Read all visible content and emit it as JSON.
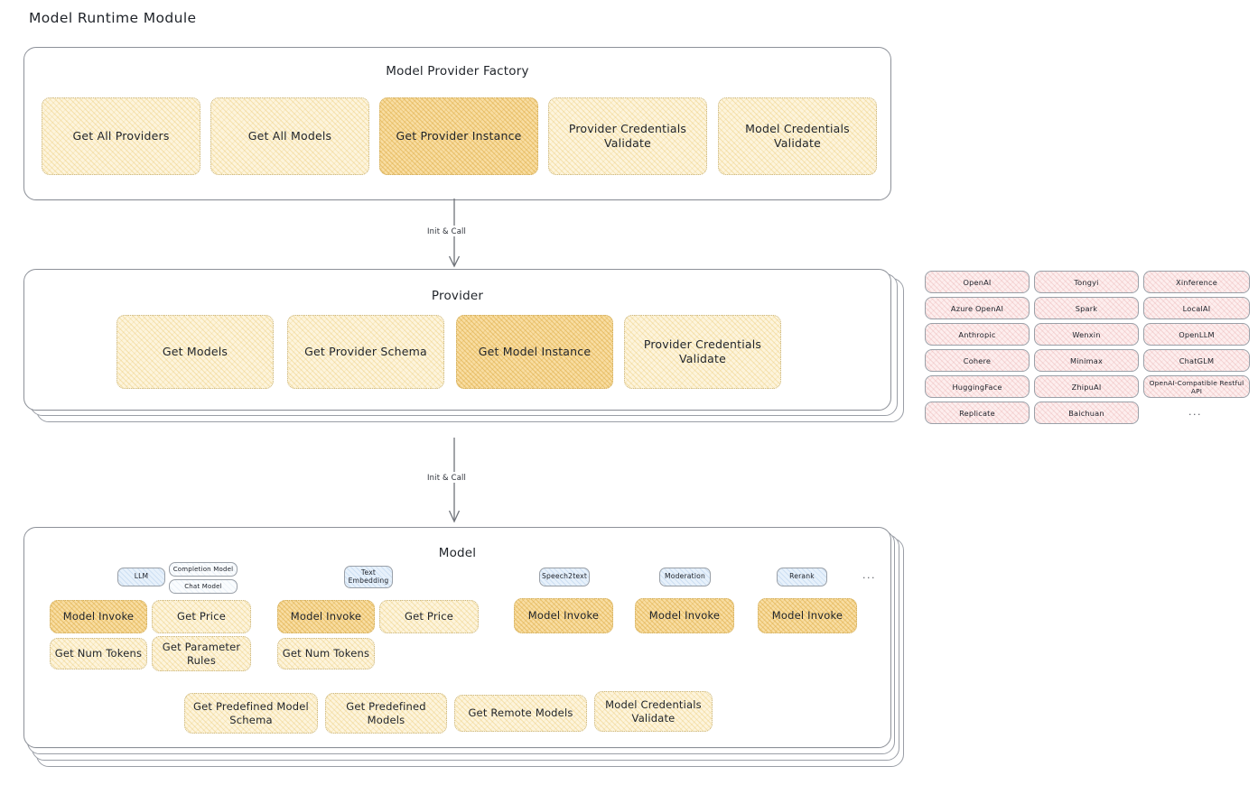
{
  "page": {
    "title": "Model Runtime Module"
  },
  "factory": {
    "title": "Model Provider Factory",
    "boxes": [
      {
        "label": "Get All Providers",
        "highlight": false
      },
      {
        "label": "Get All Models",
        "highlight": false
      },
      {
        "label": "Get Provider Instance",
        "highlight": true
      },
      {
        "label": "Provider Credentials Validate",
        "highlight": false
      },
      {
        "label": "Model Credentials Validate",
        "highlight": false
      }
    ]
  },
  "arrows": [
    {
      "label": "Init & Call"
    },
    {
      "label": "Init & Call"
    }
  ],
  "provider": {
    "title": "Provider",
    "boxes": [
      {
        "label": "Get Models",
        "highlight": false
      },
      {
        "label": "Get Provider Schema",
        "highlight": false
      },
      {
        "label": "Get Model Instance",
        "highlight": true
      },
      {
        "label": "Provider Credentials Validate",
        "highlight": false
      }
    ]
  },
  "provider_list": {
    "columns": [
      {
        "items": [
          "OpenAI",
          "Azure OpenAI",
          "Anthropic",
          "Cohere",
          "HuggingFace",
          "Replicate"
        ]
      },
      {
        "items": [
          "Tongyi",
          "Spark",
          "Wenxin",
          "Minimax",
          "ZhipuAI",
          "Baichuan"
        ]
      },
      {
        "items": [
          "Xinference",
          "LocalAI",
          "OpenLLM",
          "ChatGLM",
          "OpenAI-Compatible Restful API"
        ]
      }
    ],
    "more": "..."
  },
  "model": {
    "title": "Model",
    "more": "...",
    "types": [
      {
        "name": "LLM",
        "sub": [
          "Completion Model",
          "Chat Model"
        ],
        "ops": [
          {
            "label": "Model Invoke",
            "highlight": true
          },
          {
            "label": "Get Price",
            "highlight": false
          },
          {
            "label": "Get Num Tokens",
            "highlight": false
          },
          {
            "label": "Get Parameter Rules",
            "highlight": false
          }
        ]
      },
      {
        "name": "Text Embedding",
        "sub": [],
        "ops": [
          {
            "label": "Model Invoke",
            "highlight": true
          },
          {
            "label": "Get Price",
            "highlight": false
          },
          {
            "label": "Get Num Tokens",
            "highlight": false
          }
        ]
      },
      {
        "name": "Speech2text",
        "sub": [],
        "ops": [
          {
            "label": "Model Invoke",
            "highlight": true
          }
        ]
      },
      {
        "name": "Moderation",
        "sub": [],
        "ops": [
          {
            "label": "Model Invoke",
            "highlight": true
          }
        ]
      },
      {
        "name": "Rerank",
        "sub": [],
        "ops": [
          {
            "label": "Model Invoke",
            "highlight": true
          }
        ]
      }
    ],
    "common_ops": [
      {
        "label": "Get Predefined Model Schema"
      },
      {
        "label": "Get Predefined Models"
      },
      {
        "label": "Get Remote Models"
      },
      {
        "label": "Model Credentials Validate"
      }
    ]
  },
  "colors": {
    "box_fill": "#fdf4dc",
    "box_fill_highlight": "#f8dda2",
    "chip_fill": "#fdeeee",
    "badge_fill": "#e7f1fb",
    "panel_border": "#8d9199",
    "text": "#1f2329"
  }
}
